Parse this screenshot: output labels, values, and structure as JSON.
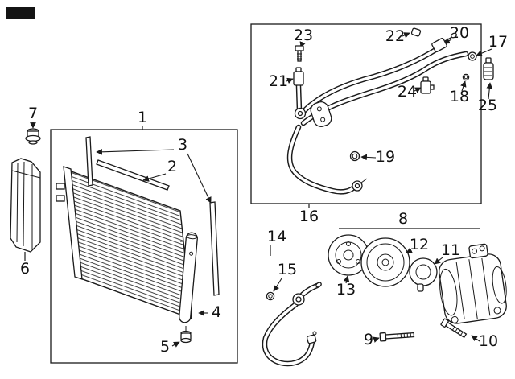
{
  "diagram": {
    "background": "#ffffff",
    "ink": "#1a1a1a",
    "callouts": {
      "c1": "1",
      "c2": "2",
      "c3": "3",
      "c4": "4",
      "c5": "5",
      "c6": "6",
      "c7": "7",
      "c8": "8",
      "c9": "9",
      "c10": "10",
      "c11": "11",
      "c12": "12",
      "c13": "13",
      "c14": "14",
      "c15": "15",
      "c16": "16",
      "c17": "17",
      "c18": "18",
      "c19": "19",
      "c20": "20",
      "c21": "21",
      "c22": "22",
      "c23": "23",
      "c24": "24",
      "c25": "25"
    }
  }
}
